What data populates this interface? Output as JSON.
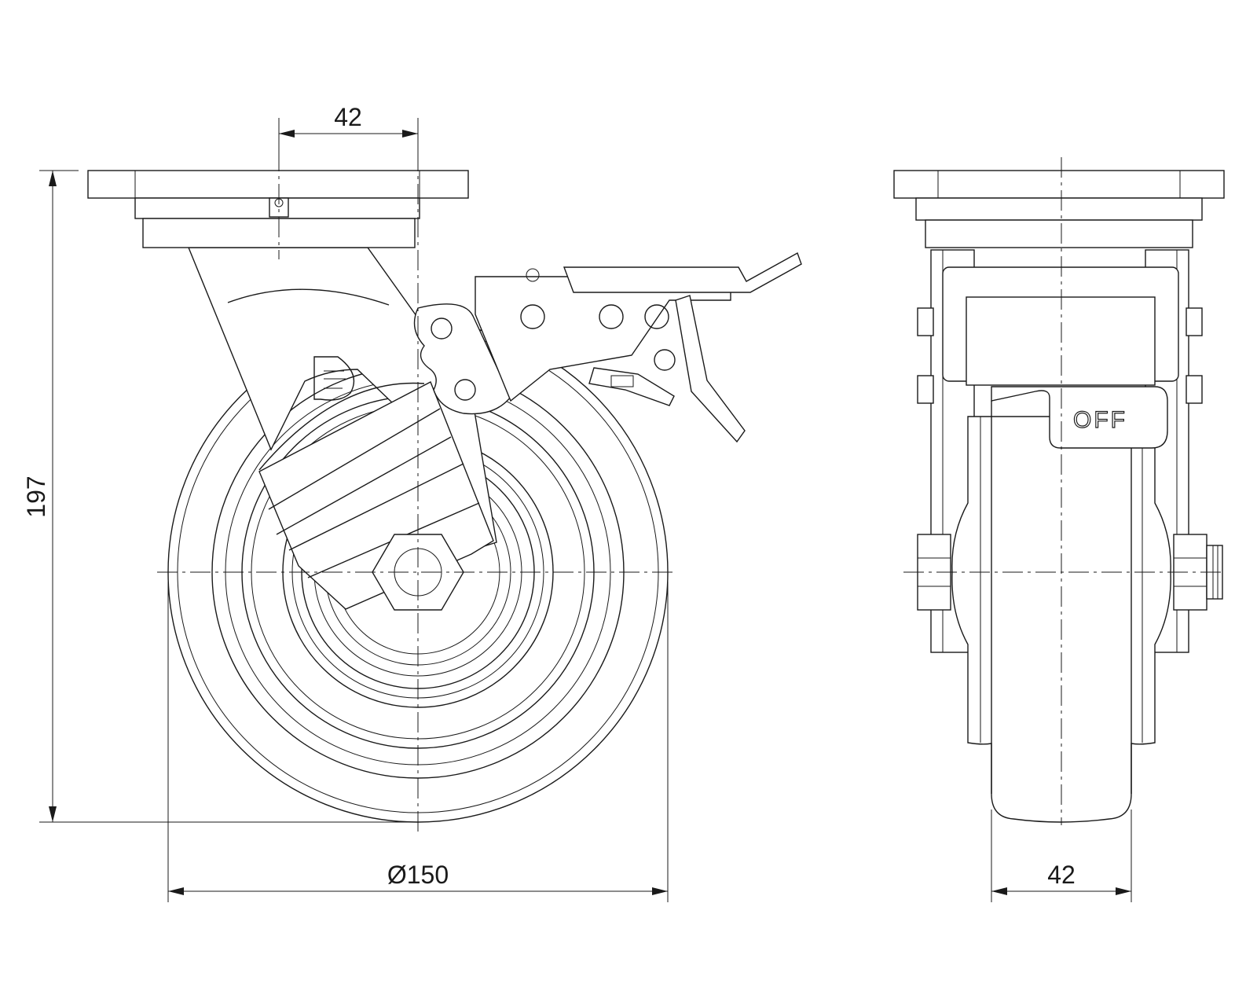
{
  "dimensions": {
    "top_offset": "42",
    "overall_height": "197",
    "wheel_diameter": "Ø150",
    "wheel_width": "42"
  },
  "brake_label": "OFF",
  "line_color": "#1a1a1a",
  "background_color": "#ffffff"
}
